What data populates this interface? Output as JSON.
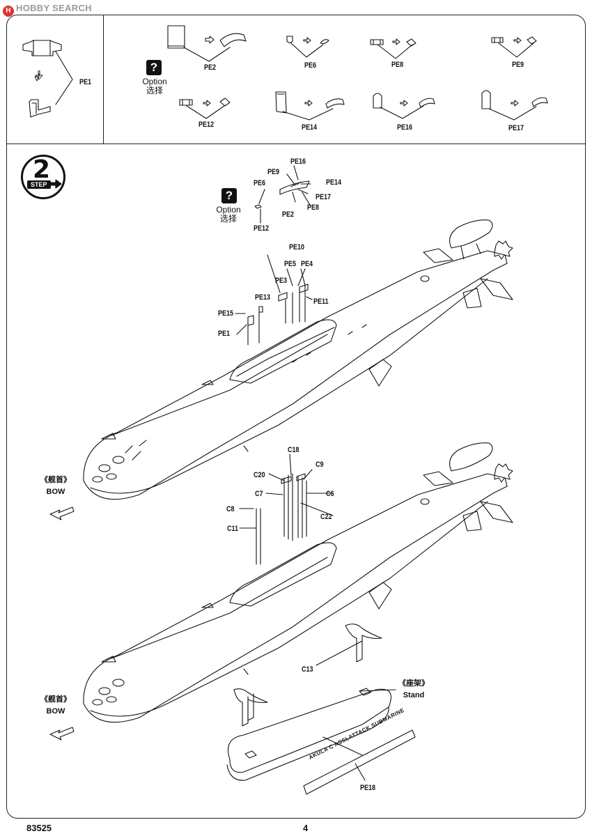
{
  "watermark": {
    "logo": "H",
    "text": "HOBBY SEARCH"
  },
  "option": {
    "en": "Option",
    "zh": "选择"
  },
  "step": {
    "number": "2",
    "label": "STEP"
  },
  "top_panel": {
    "pe1": "PE1",
    "pe2": "PE2",
    "pe6": "PE6",
    "pe8": "PE8",
    "pe9": "PE9",
    "pe12": "PE12",
    "pe14": "PE14",
    "pe16": "PE16",
    "pe17": "PE17"
  },
  "mast_callouts": {
    "pe16": "PE16",
    "pe9": "PE9",
    "pe14": "PE14",
    "pe6": "PE6",
    "pe17": "PE17",
    "pe8": "PE8",
    "pe2": "PE2",
    "pe12": "PE12"
  },
  "sub1_callouts": {
    "pe10": "PE10",
    "pe5": "PE5",
    "pe4": "PE4",
    "pe3": "PE3",
    "pe13": "PE13",
    "pe11": "PE11",
    "pe15": "PE15",
    "pe1": "PE1"
  },
  "sub2_callouts": {
    "c18": "C18",
    "c9": "C9",
    "c20": "C20",
    "c7": "C7",
    "c6": "C6",
    "c8": "C8",
    "c22": "C22",
    "c11": "C11",
    "c13": "C13"
  },
  "bow": {
    "zh": "《舰首》",
    "en": "BOW"
  },
  "stand": {
    "zh": "《座架》",
    "en": "Stand"
  },
  "stand_plate": "AKULA C ASSLATTACK SUBMARINE",
  "pe18": "PE18",
  "footer": {
    "code": "83525",
    "page": "4"
  }
}
